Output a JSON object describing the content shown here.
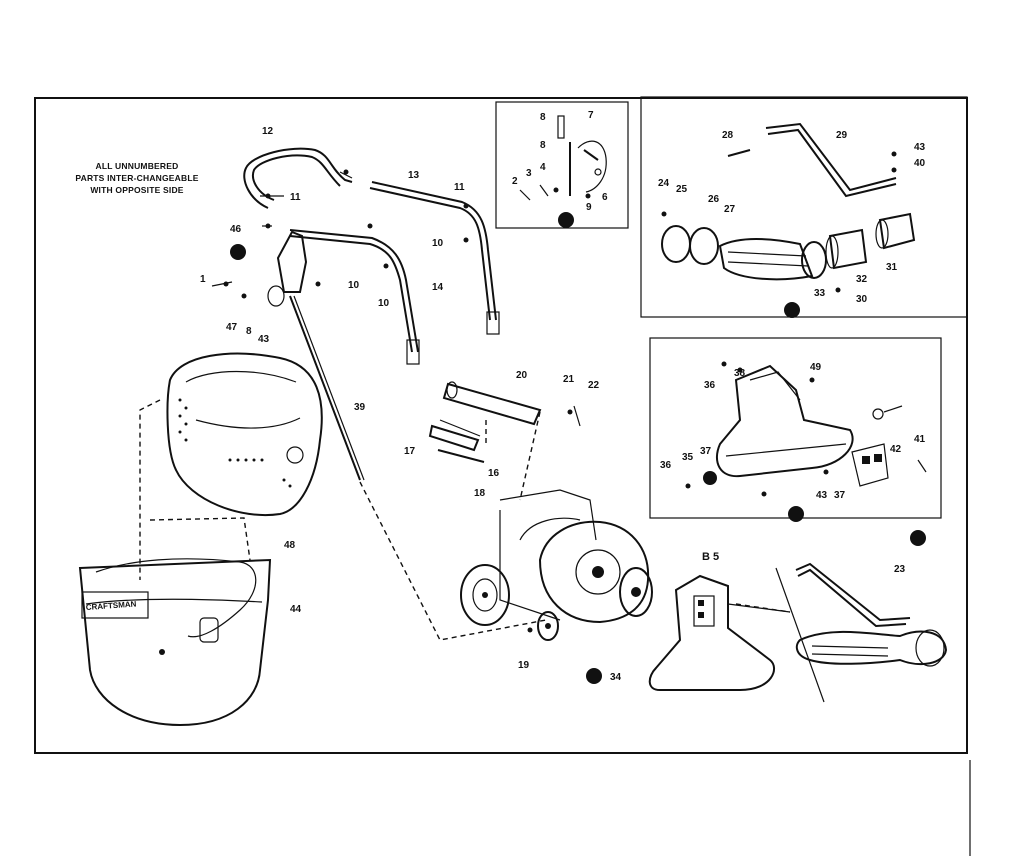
{
  "note": {
    "line1": "ALL UNNUMBERED",
    "line2": "PARTS INTER-CHANGEABLE",
    "line3": "WITH OPPOSITE SIDE"
  },
  "model_label": "B 5",
  "bag_brand": "CRAFTSMAN",
  "callouts": {
    "c12": "12",
    "c11a": "11",
    "c46a": "46",
    "c13": "13",
    "c11b": "11",
    "c10a": "10",
    "c1": "1",
    "c10b": "10",
    "c14": "14",
    "c10c": "10",
    "c47": "47",
    "c8a": "8",
    "c43a": "43",
    "c39": "39",
    "c48": "48",
    "c44": "44",
    "c20": "20",
    "c21": "21",
    "c22": "22",
    "c17": "17",
    "c16": "16",
    "c18": "18",
    "c19": "19",
    "c34": "34",
    "i8a": "8",
    "i8b": "8",
    "i7": "7",
    "i2": "2",
    "i3": "3",
    "i4": "4",
    "i9": "9",
    "i6": "6",
    "h28": "28",
    "h29": "29",
    "h43": "43",
    "h40": "40",
    "h24": "24",
    "h25": "25",
    "h26": "26",
    "h27": "27",
    "h32": "32",
    "h31": "31",
    "h33": "33",
    "h30": "30",
    "n36a": "36",
    "n38": "38",
    "n49": "49",
    "n36b": "36",
    "n35": "35",
    "n37a": "37",
    "n42": "42",
    "n41": "41",
    "n43": "43",
    "n37b": "37",
    "a23": "23"
  }
}
